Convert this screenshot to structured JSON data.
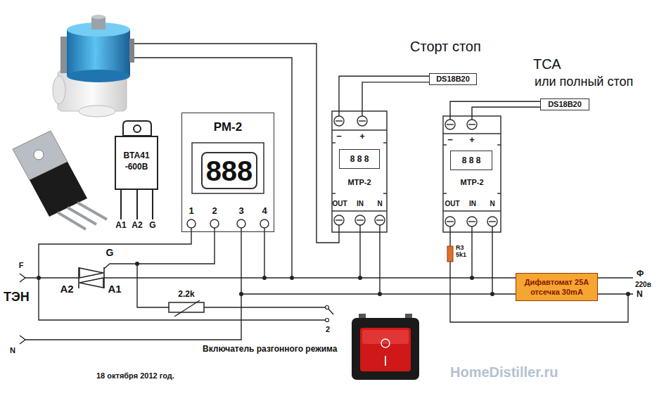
{
  "diagram": {
    "nodes": [
      {
        "text": [
          "BTA41-600B"
        ]
      },
      {
        "text": [
          "РМ-2"
        ]
      },
      {
        "text": [
          "888"
        ],
        "in": 1
      },
      {
        "text": [
          "МТР-2"
        ]
      },
      {
        "text": [
          "8 8 8"
        ],
        "in": 3
      },
      {
        "text": [
          "DS18B20"
        ]
      },
      {
        "text": [
          "МТР-2"
        ]
      },
      {
        "text": [
          "8 8 8"
        ],
        "in": 6
      },
      {
        "text": [
          "DS18B20"
        ]
      },
      {
        "text": [
          "Дифавтомат 25А отсечка 30mA"
        ]
      }
    ],
    "edges": [
      {
        "from": 5,
        "to": 3,
        "arrow": "none"
      },
      {
        "from": 5,
        "to": 3,
        "arrow": "none"
      },
      {
        "from": 8,
        "to": 6,
        "arrow": "none"
      },
      {
        "from": 8,
        "to": 6,
        "arrow": "none"
      }
    ],
    "labels": [
      "Сторт стоп",
      "ТСА",
      "или полный стоп",
      "A1",
      "A2",
      "G",
      "1",
      "2",
      "3",
      "4",
      "−",
      "+",
      "OUT",
      "IN",
      "N",
      "−",
      "+",
      "OUT",
      "IN",
      "N",
      "F",
      "ТЭН",
      "N",
      "G",
      "A2",
      "A1",
      "2.2k",
      "R3",
      "5k1",
      "Ф",
      "220в",
      "N",
      "2",
      "Включатель разгонного режима",
      "18 октября 2012 год.",
      "HomeDistiller.ru"
    ]
  }
}
